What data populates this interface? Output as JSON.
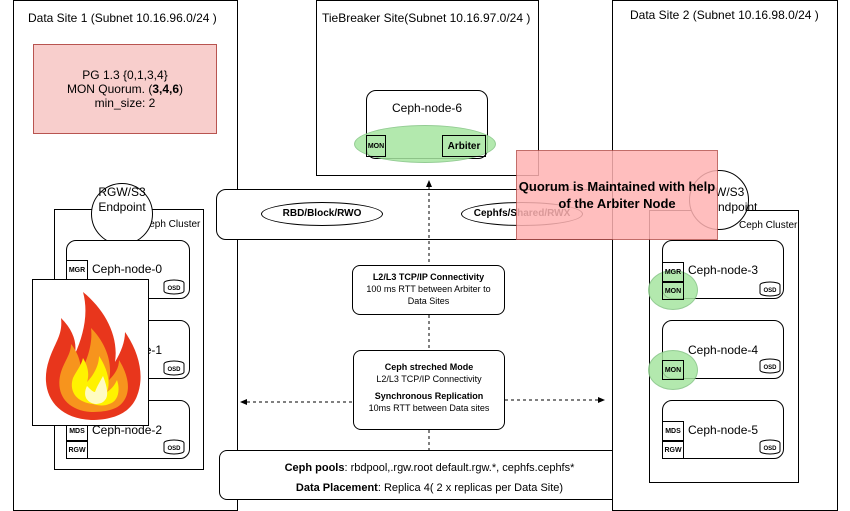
{
  "site1": {
    "title": "Data Site 1 (Subnet 10.16.96.0/24 )",
    "pg_line1": "PG 1.3 {0,1,3,4}",
    "pg_line2_prefix": "MON Quorum. (",
    "pg_line2_bold": "3,4,6",
    "pg_line2_suffix": ")",
    "pg_line3": "min_size: 2",
    "rgw_line1": "RGW/S3",
    "rgw_line2": "Endpoint",
    "cluster_label": "Ceph Cluster",
    "nodes": [
      "Ceph-node-0",
      "Ceph-node-1",
      "Ceph-node-2"
    ]
  },
  "tiebreaker": {
    "title": "TieBreaker Site(Subnet 10.16.97.0/24 )",
    "node": "Ceph-node-6",
    "mon_tag": "MON",
    "arbiter_tag": "Arbiter"
  },
  "site2": {
    "title": "Data Site 2 (Subnet 10.16.98.0/24 )",
    "rgw_partial": "W/S3",
    "rgw_partial2": "ndpoint",
    "cluster_label": "Ceph Cluster",
    "nodes": [
      "Ceph-node-3",
      "Ceph-node-4",
      "Ceph-node-5"
    ]
  },
  "tags": {
    "mgr": "MGR",
    "mon": "MON",
    "mds": "MDS",
    "rgw": "RGW",
    "osd": "OSD"
  },
  "bar": {
    "rbd": "RBD/Block/RWO",
    "cephfs": "Cephfs/Shared/RWX"
  },
  "quorum_note": "Quorum is Maintained with help of the Arbiter Node",
  "l2l3": {
    "title": "L2/L3 TCP/IP Connectivity",
    "line1": "100 ms RTT between Arbiter to",
    "line2": "Data Sites"
  },
  "stretched": {
    "title": "Ceph streched Mode",
    "line1": "L2/L3 TCP/IP Connectivity",
    "sub_title": "Synchronous Replication",
    "line2": "10ms RTT between Data sites"
  },
  "pools": {
    "label": "Ceph pools",
    "value": ": rbdpool,.rgw.root default.rgw.*, cephfs.cephfs*",
    "placement_label": "Data Placement",
    "placement_value": ": Replica 4( 2 x replicas per Data Site)"
  },
  "colors": {
    "pg_box": "#f8cecc",
    "pg_border": "#b85450",
    "mon_glow": "#a6e6a0",
    "quorum_bg": "#ffb3b3"
  },
  "icons": {
    "fire": "fire-icon",
    "osd": "disk-icon"
  }
}
